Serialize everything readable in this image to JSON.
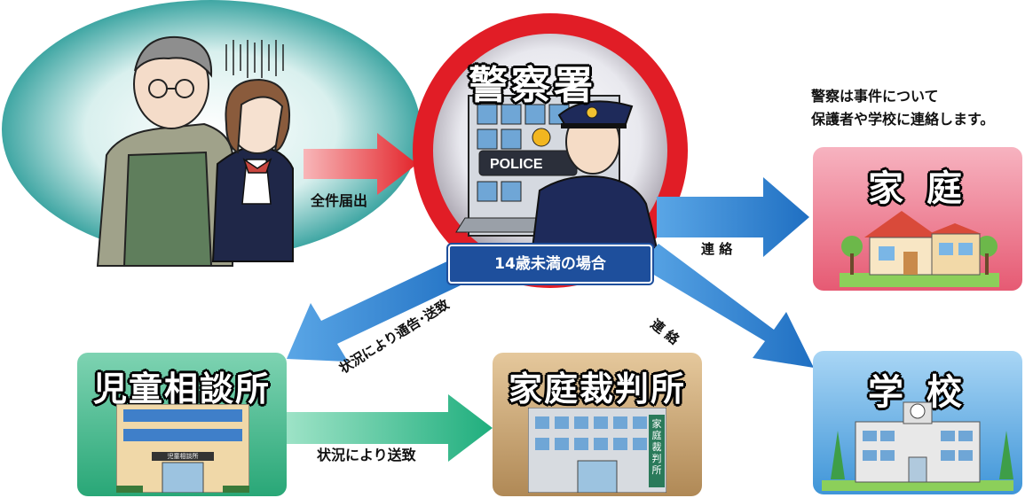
{
  "police_station": {
    "title": "警察署",
    "building_sign": "POLICE",
    "condition_badge": "14歳未満の場合"
  },
  "note": {
    "line1": "警察は事件について",
    "line2": "保護者や学校に連絡します。"
  },
  "flows": {
    "report_label": "全件届出",
    "contact_home_label": "連 絡",
    "contact_school_label": "連 絡",
    "notify_or_send_label": "状況により通告･送致",
    "send_label": "状況により送致"
  },
  "destinations": {
    "home": {
      "title": "家 庭",
      "color": "#e65a73"
    },
    "school": {
      "title": "学 校",
      "color": "#3f95d8"
    },
    "child_consultation": {
      "title": "児童相談所",
      "building_sign": "児童相談所",
      "color": "#29a777"
    },
    "family_court": {
      "title": "家庭裁判所",
      "building_sign": "家庭裁判所",
      "color": "#b08956"
    }
  },
  "colors": {
    "red_ring": "#e11d26",
    "red_arrow": "#e3262c",
    "blue_arrow": "#2a7fd0",
    "green_arrow": "#1fae7d",
    "badge_blue": "#1e4f9c"
  }
}
